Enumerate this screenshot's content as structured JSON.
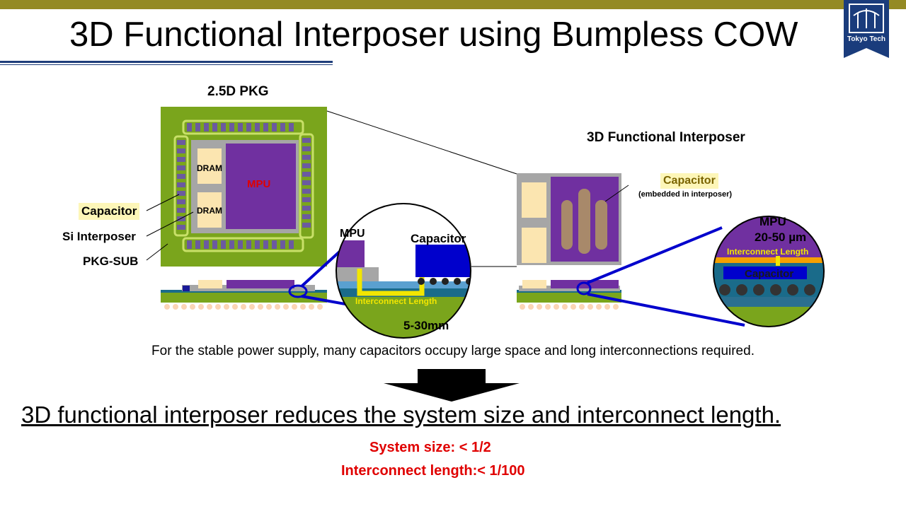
{
  "title": "3D Functional Interposer using Bumpless COW",
  "logo_text": "Tokyo Tech",
  "left": {
    "heading": "2.5D PKG",
    "dram1": "DRAM",
    "dram2": "DRAM",
    "mpu": "MPU",
    "capacitor": "Capacitor",
    "si_interposer": "Si Interposer",
    "pkg_sub": "PKG-SUB",
    "zoom_mpu": "MPU",
    "zoom_capacitor": "Capacitor",
    "zoom_interconnect": "Interconnect Length",
    "length": "5-30mm"
  },
  "right": {
    "heading": "3D Functional Interposer",
    "capacitor": "Capacitor",
    "capacitor_note": "(embedded in interposer)",
    "zoom_mpu": "MPU",
    "zoom_length": "20-50 µm",
    "zoom_interconnect": "Interconnect Length",
    "zoom_capacitor": "Capacitor"
  },
  "description": "For the stable power supply, many capacitors occupy large space and long interconnections required.",
  "conclusion": "3D functional interposer reduces the system size and interconnect length.",
  "result_size": "System size: < 1/2",
  "result_length": "Interconnect length:< 1/100",
  "colors": {
    "pkg_green": "#7aa51c",
    "mpu_purple": "#7030a0",
    "dram_cream": "#fbe5b0",
    "zoom_blue": "#0000cc",
    "highlight": "#fdf6b8",
    "title_bar": "#948a24",
    "red_text": "#e00000"
  }
}
